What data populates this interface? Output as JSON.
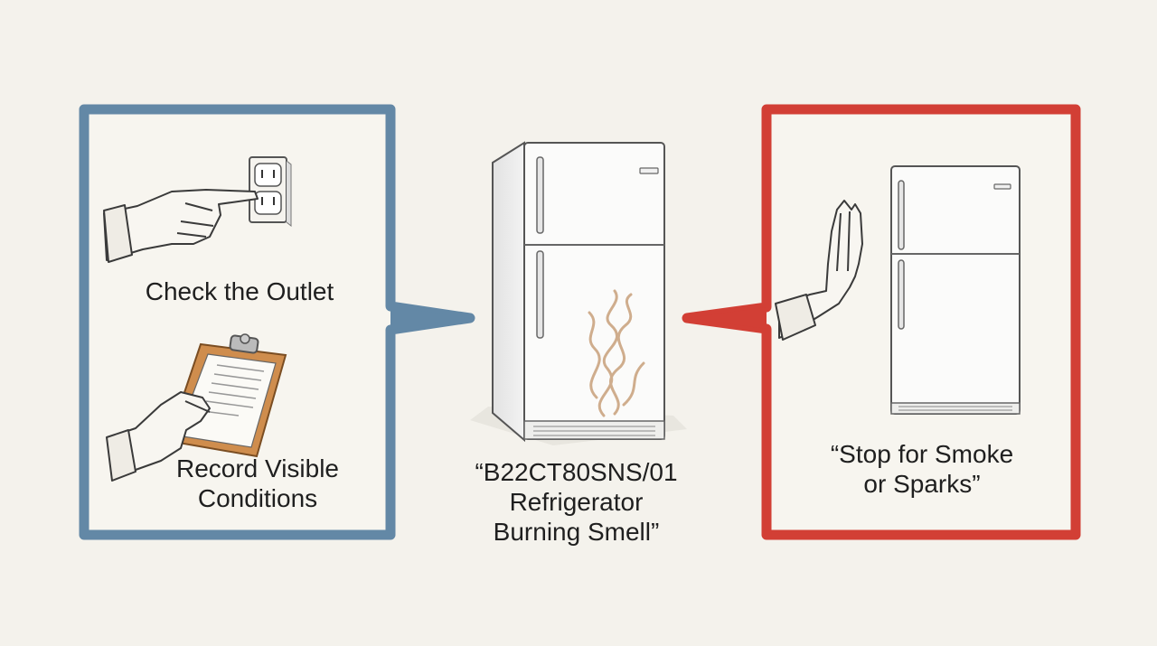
{
  "colors": {
    "left_frame": "#6388a6",
    "right_frame": "#d23f35",
    "background": "#f4f2ec",
    "smoke": "#c8a07a",
    "clipboard": "#cf8d4d"
  },
  "left_panel": {
    "step_1": "Check the Outlet",
    "step_2_line_1": "Record Visible",
    "step_2_line_2": "Conditions"
  },
  "center": {
    "line_1": "“B22CT80SNS/01",
    "line_2": "Refrigerator",
    "line_3": "Burning Smell”"
  },
  "right_panel": {
    "line_1": "“Stop for Smoke",
    "line_2": "or Sparks”"
  },
  "icons": {
    "outlet": "wall-outlet-icon",
    "clipboard": "clipboard-icon",
    "stop_hand": "stop-hand-icon",
    "fridge": "refrigerator-icon",
    "smoke": "smoke-icon"
  }
}
